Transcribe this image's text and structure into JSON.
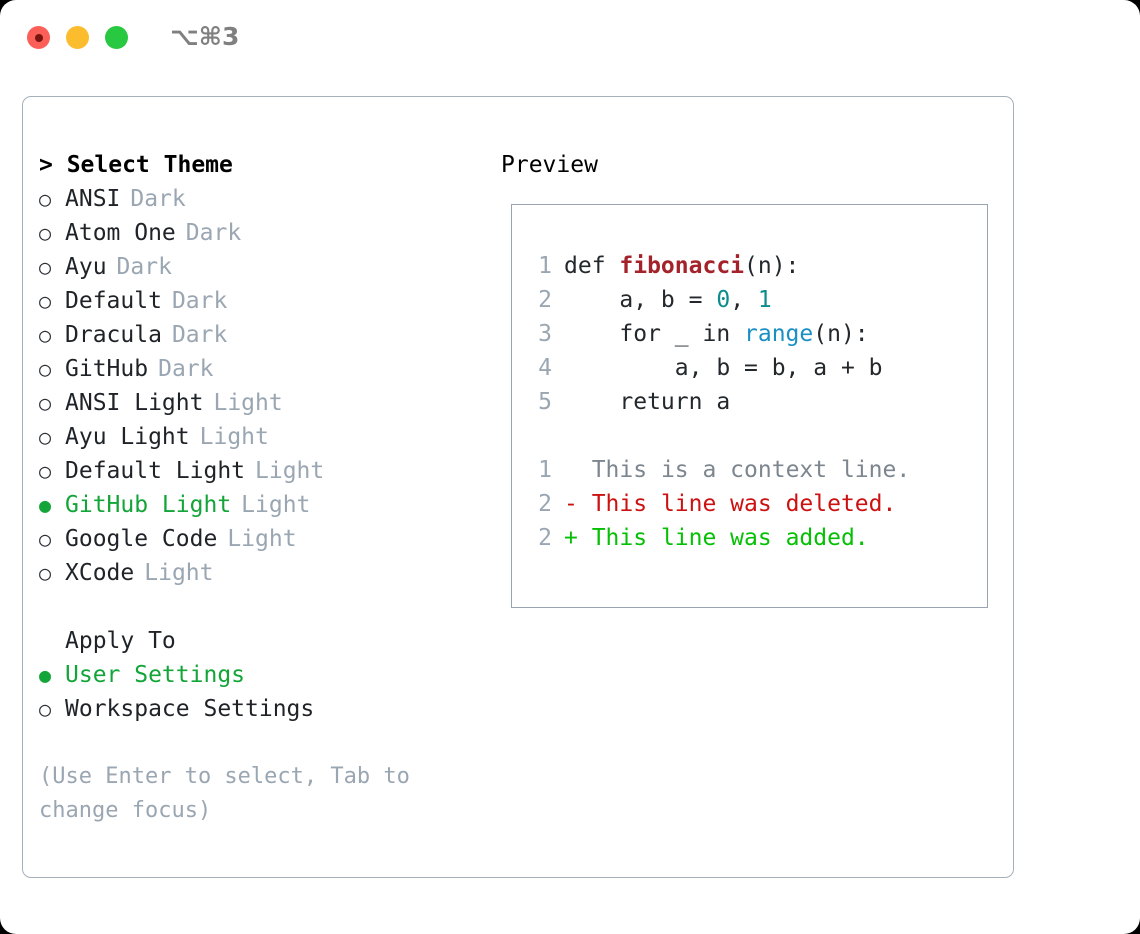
{
  "window": {
    "shortcut_label": "⌥⌘3",
    "traffic_lights": [
      "close",
      "minimize",
      "maximize"
    ]
  },
  "theme_list": {
    "header": "> Select Theme",
    "items": [
      {
        "marker": "○",
        "label": "ANSI",
        "variant": "Dark",
        "selected": false
      },
      {
        "marker": "○",
        "label": "Atom One",
        "variant": "Dark",
        "selected": false
      },
      {
        "marker": "○",
        "label": "Ayu",
        "variant": "Dark",
        "selected": false
      },
      {
        "marker": "○",
        "label": "Default",
        "variant": "Dark",
        "selected": false
      },
      {
        "marker": "○",
        "label": "Dracula",
        "variant": "Dark",
        "selected": false
      },
      {
        "marker": "○",
        "label": "GitHub",
        "variant": "Dark",
        "selected": false
      },
      {
        "marker": "○",
        "label": "ANSI Light",
        "variant": "Light",
        "selected": false
      },
      {
        "marker": "○",
        "label": "Ayu Light",
        "variant": "Light",
        "selected": false
      },
      {
        "marker": "○",
        "label": "Default Light",
        "variant": "Light",
        "selected": false
      },
      {
        "marker": "●",
        "label": "GitHub Light",
        "variant": "Light",
        "selected": true
      },
      {
        "marker": "○",
        "label": "Google Code",
        "variant": "Light",
        "selected": false
      },
      {
        "marker": "○",
        "label": "XCode",
        "variant": "Light",
        "selected": false
      }
    ]
  },
  "apply_to": {
    "header": "Apply To",
    "items": [
      {
        "marker": "●",
        "label": "User Settings",
        "selected": true
      },
      {
        "marker": "○",
        "label": "Workspace Settings",
        "selected": false
      }
    ]
  },
  "hint": "(Use Enter to select, Tab to change focus)",
  "preview": {
    "title": "Preview",
    "code_lines": [
      {
        "num": "1",
        "tokens": [
          {
            "t": "def ",
            "c": "plain"
          },
          {
            "t": "fibonacci",
            "c": "fn"
          },
          {
            "t": "(n):",
            "c": "plain"
          }
        ]
      },
      {
        "num": "2",
        "tokens": [
          {
            "t": "    a, b = ",
            "c": "plain"
          },
          {
            "t": "0",
            "c": "num"
          },
          {
            "t": ", ",
            "c": "plain"
          },
          {
            "t": "1",
            "c": "num"
          }
        ]
      },
      {
        "num": "3",
        "tokens": [
          {
            "t": "    for _ in ",
            "c": "plain"
          },
          {
            "t": "range",
            "c": "call"
          },
          {
            "t": "(n):",
            "c": "plain"
          }
        ]
      },
      {
        "num": "4",
        "tokens": [
          {
            "t": "        a, b = b, a + b",
            "c": "plain"
          }
        ]
      },
      {
        "num": "5",
        "tokens": [
          {
            "t": "    return a",
            "c": "plain"
          }
        ]
      }
    ],
    "diff_lines": [
      {
        "num": "1",
        "sign": "  ",
        "text": "This is a context line.",
        "kind": "ctx"
      },
      {
        "num": "2",
        "sign": "- ",
        "text": "This line was deleted.",
        "kind": "del"
      },
      {
        "num": "2",
        "sign": "+ ",
        "text": "This line was added.",
        "kind": "add"
      }
    ]
  },
  "colors": {
    "selected_green": "#13a538",
    "muted": "#9aa6b2",
    "diff_add": "#05c005",
    "diff_del": "#cc1111",
    "fn_red": "#a4232a",
    "num_teal": "#0d8c8c",
    "call_blue": "#1a8fc4"
  }
}
